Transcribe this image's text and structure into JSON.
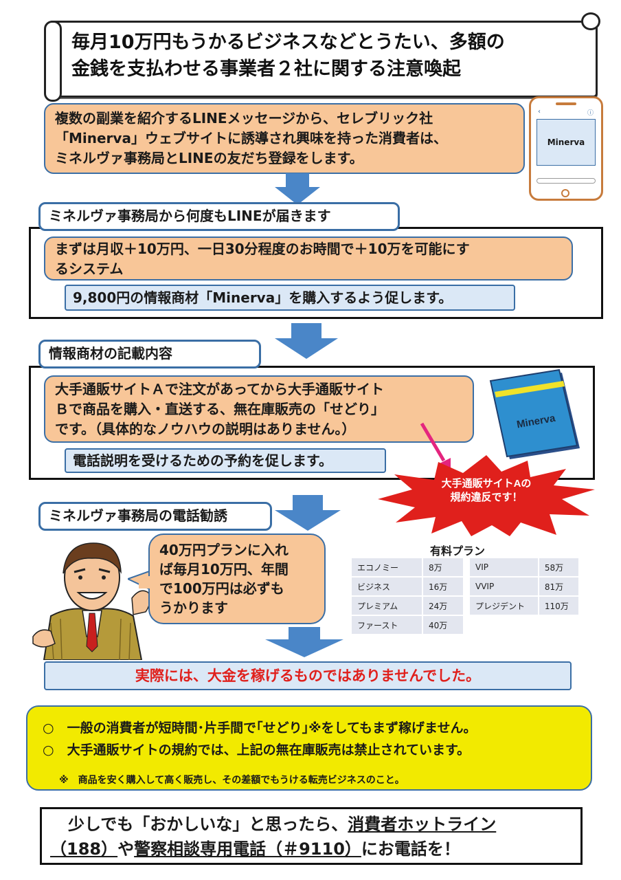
{
  "title": {
    "line1": "毎月10万円もうかるビジネスなどとうたい、多額の",
    "line2": "金銭を支払わせる事業者２社に関する注意喚起"
  },
  "step1": {
    "lines": [
      "複数の副業を紹介するLINEメッセージから、セレブリック社",
      "「Minerva」ウェブサイトに誘導され興味を持った消費者は、",
      "ミネルヴァ事務局とLINEの友だち登録をします。"
    ]
  },
  "phone": {
    "screen_label": "Minerva"
  },
  "step2": {
    "tag": "ミネルヴァ事務局から何度もLINEが届きます",
    "orange_lines": [
      "まずは月収＋10万円、一日30分程度のお時間で＋10万を可能にす",
      "るシステム"
    ],
    "blue": "9,800円の情報商材「Minerva」を購入するよう促します。"
  },
  "step3": {
    "tag": "情報商材の記載内容",
    "orange_lines": [
      "大手通販サイトＡで注文があってから大手通販サイト",
      "Ｂで商品を購入・直送する、無在庫販売の「せどり」",
      "です。（具体的なノウハウの説明はありません。）"
    ],
    "blue": "電話説明を受けるための予約を促します。",
    "book_label": "Minerva",
    "burst_lines": [
      "大手通販サイトAの",
      "規約違反です！"
    ]
  },
  "step4": {
    "tag": "ミネルヴァ事務局の電話勧誘",
    "speech_lines": [
      "40万円プランに入れ",
      "ば毎月10万円、年間",
      "で100万円は必ずも",
      "うかります"
    ],
    "plan_title": "有料プラン",
    "plans_left": [
      {
        "name": "エコノミー",
        "price": "8万"
      },
      {
        "name": "ビジネス",
        "price": "16万"
      },
      {
        "name": "プレミアム",
        "price": "24万"
      },
      {
        "name": "ファースト",
        "price": "40万"
      }
    ],
    "plans_right": [
      {
        "name": "VIP",
        "price": "58万"
      },
      {
        "name": "VVIP",
        "price": "81万"
      },
      {
        "name": "プレジデント",
        "price": "110万"
      }
    ]
  },
  "result": "実際には、大金を稼げるものではありませんでした。",
  "notes": {
    "bullet1": "○　一般の消費者が短時間･片手間で｢せどり｣※をしてもまず稼げません。",
    "bullet2": "○　大手通販サイトの規約では、上記の無在庫販売は禁止されています。",
    "footnote": "※　商品を安く購入して高く販売し、その差額でもうける転売ビジネスのこと。"
  },
  "hotline": {
    "line1_plain": "少しでも「おかしいな」と思ったら、",
    "line1_underlined": "消費者ホットライン",
    "line2_underlined_a": "（188）",
    "line2_plain_a": "や",
    "line2_underlined_b": "警察相談専用電話（＃9110）",
    "line2_plain_b": "にお電話を！"
  },
  "colors": {
    "orange_box": "#f8c698",
    "blue_box": "#dbe8f6",
    "border_blue": "#3a6ea5",
    "arrow_blue": "#4a86c8",
    "alert_red": "#e0201c",
    "notes_yellow": "#f2ea00"
  }
}
